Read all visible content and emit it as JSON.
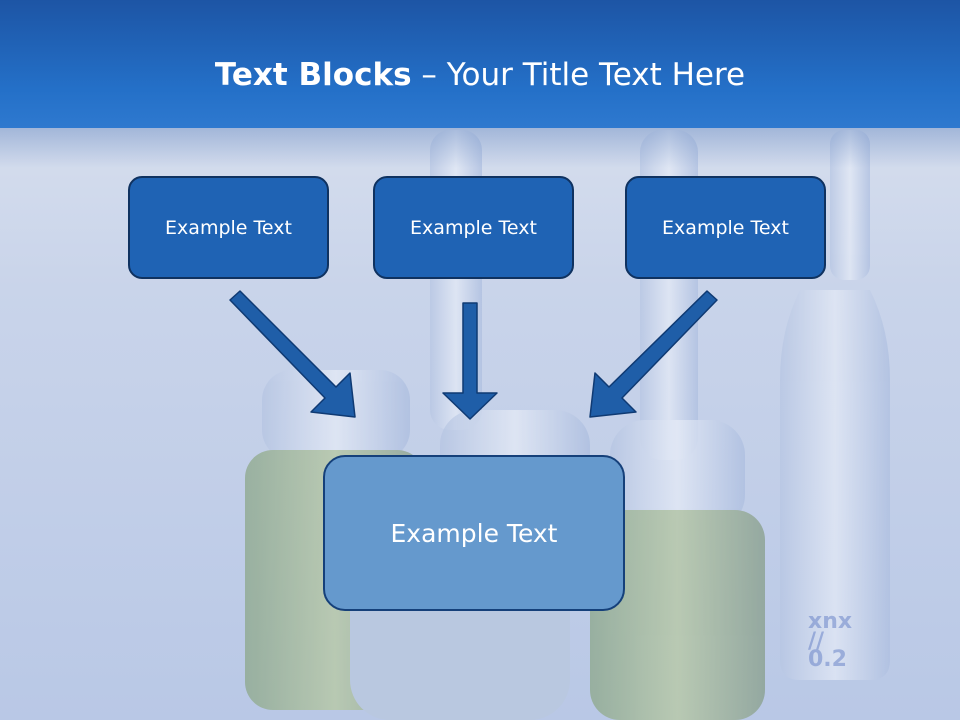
{
  "title": {
    "bold_part": "Text Blocks",
    "dash": " – ",
    "rest": "Your Title Text Here"
  },
  "blocks": [
    {
      "label": "Example Text"
    },
    {
      "label": "Example Text"
    },
    {
      "label": "Example Text"
    }
  ],
  "center_block": {
    "label": "Example Text"
  },
  "colors": {
    "header": "#2470c8",
    "box_fill": "#1f63b4",
    "center_fill": "#6599cd",
    "arrow": "#1f5ea8"
  },
  "background_image": "medicine-vials-photo"
}
